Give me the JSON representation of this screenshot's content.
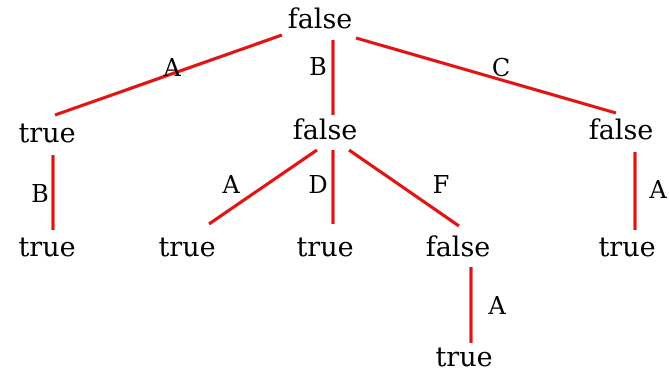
{
  "colors": {
    "edge": "#e11414",
    "text": "#000000",
    "background": "#ffffff"
  },
  "nodes": {
    "root": "false",
    "a": "true",
    "a_b": "true",
    "b": "false",
    "b_a": "true",
    "b_d": "true",
    "b_f": "false",
    "b_f_a": "true",
    "c": "false",
    "c_a": "true"
  },
  "edges": {
    "root_a": "A",
    "root_b": "B",
    "root_c": "C",
    "a_b": "B",
    "b_a": "A",
    "b_d": "D",
    "b_f": "F",
    "b_f_a": "A",
    "c_a": "A"
  }
}
